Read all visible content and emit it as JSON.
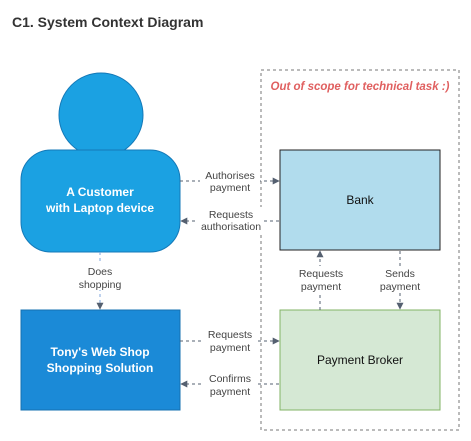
{
  "title": "C1. System Context Diagram",
  "colors": {
    "customer_fill": "#1ba1e2",
    "shop_fill": "#1b8ad7",
    "bank_fill": "#b1dced",
    "broker_fill": "#d5e8d4",
    "scope_text": "#e06060",
    "edge": "#556070"
  },
  "scope": {
    "label": "Out of scope for technical task :)"
  },
  "nodes": {
    "customer": {
      "line1": "A Customer",
      "line2": "with Laptop device"
    },
    "shop": {
      "line1": "Tony's Web Shop",
      "line2": "Shopping Solution"
    },
    "bank": {
      "label": "Bank"
    },
    "broker": {
      "label": "Payment Broker"
    }
  },
  "edges": {
    "authorises": {
      "line1": "Authorises",
      "line2": "payment"
    },
    "requests_auth": {
      "line1": "Requests",
      "line2": "authorisation"
    },
    "does_shopping": {
      "line1": "Does",
      "line2": "shopping"
    },
    "requests_payment": {
      "line1": "Requests",
      "line2": "payment"
    },
    "confirms_payment": {
      "line1": "Confirms",
      "line2": "payment"
    },
    "broker_requests_payment": {
      "line1": "Requests",
      "line2": "payment"
    },
    "bank_sends_payment": {
      "line1": "Sends",
      "line2": "payment"
    }
  }
}
